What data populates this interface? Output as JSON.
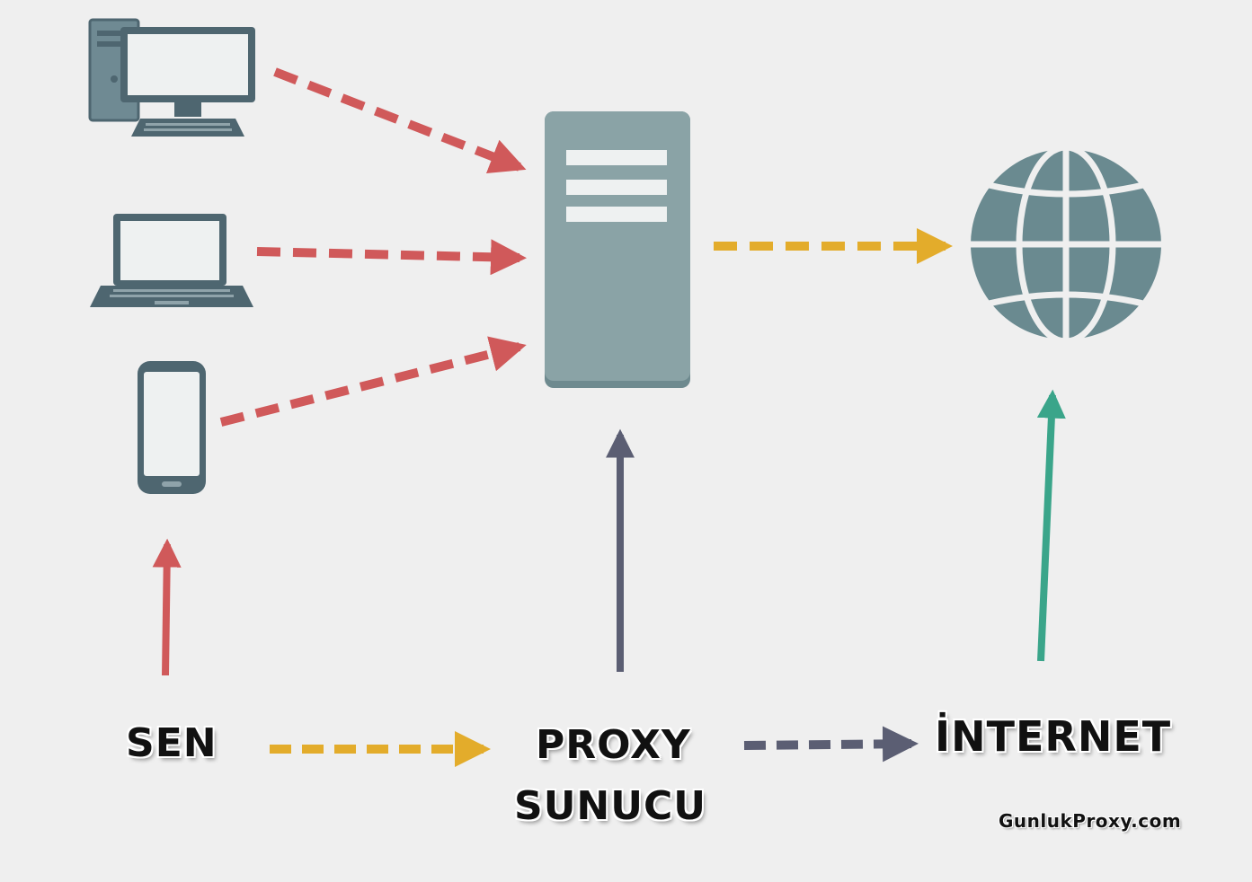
{
  "labels": {
    "sen": "SEN",
    "proxy": "PROXY",
    "sunucu": "SUNUCU",
    "internet": "İNTERNET",
    "site": "GunlukProxy.com"
  },
  "nodes": {
    "devices": [
      "desktop-computer-icon",
      "laptop-icon",
      "smartphone-icon"
    ],
    "server": "server-icon",
    "globe": "globe-icon"
  },
  "colors": {
    "background": "#efefef",
    "device": "#5f7b85",
    "server": "#7e9a9c",
    "red_arrow": "#d0595a",
    "yellow_arrow": "#e3ac2b",
    "gray_arrow": "#5b5e73",
    "teal_arrow": "#3aa58a"
  }
}
